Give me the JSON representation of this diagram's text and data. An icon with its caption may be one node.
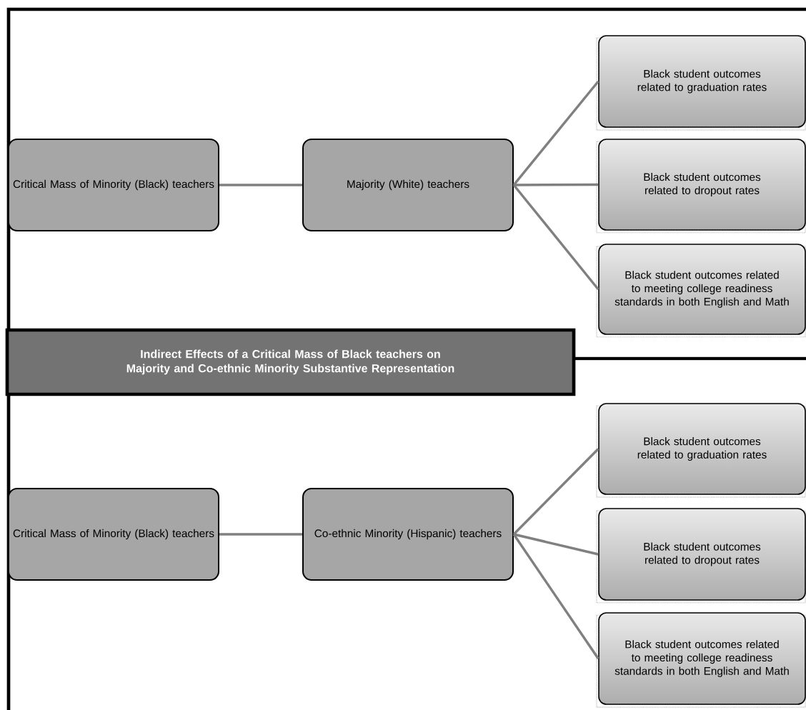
{
  "diagram": {
    "nodes": [
      {
        "text": [
          "Critical Mass of Minority (Black) teachers"
        ]
      },
      {
        "text": [
          "Majority (White) teachers"
        ]
      },
      {
        "text": [
          "Black student outcomes related to graduation rates"
        ]
      },
      {
        "text": [
          "Black student outcomes related to dropout rates"
        ]
      },
      {
        "text": [
          "Black student outcomes related to meeting college readiness standards in both English and Math"
        ]
      },
      {
        "text": [
          "Indirect Effects of a Critical Mass of Black teachers on Majority and Co-ethnic Minority Substantive Representation"
        ]
      },
      {
        "text": [
          "Critical Mass of Minority (Black) teachers"
        ]
      },
      {
        "text": [
          "Co-ethnic Minority (Hispanic) teachers"
        ]
      },
      {
        "text": [
          "Black student outcomes related to graduation rates"
        ]
      },
      {
        "text": [
          "Black student outcomes related to dropout rates"
        ]
      },
      {
        "text": [
          "Black student outcomes related to meeting college readiness standards in both English and Math"
        ]
      }
    ],
    "edges": [
      {
        "from": 0,
        "to": 1,
        "arrow": "none"
      },
      {
        "from": 1,
        "to": 2,
        "arrow": "none"
      },
      {
        "from": 1,
        "to": 3,
        "arrow": "none"
      },
      {
        "from": 1,
        "to": 4,
        "arrow": "none"
      },
      {
        "from": 6,
        "to": 7,
        "arrow": "none"
      },
      {
        "from": 7,
        "to": 8,
        "arrow": "none"
      },
      {
        "from": 7,
        "to": 9,
        "arrow": "none"
      },
      {
        "from": 7,
        "to": 10,
        "arrow": "none"
      }
    ]
  }
}
